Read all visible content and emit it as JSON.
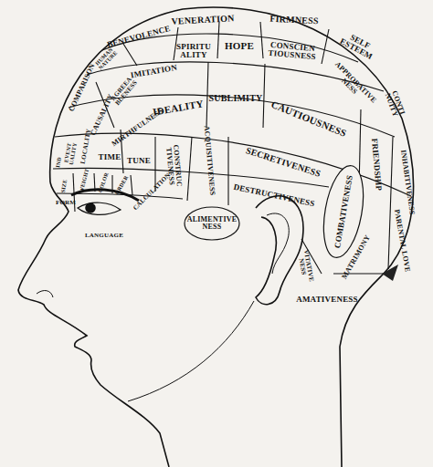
{
  "diagram": {
    "nodes": [
      {
        "text": [
          "VENERATION"
        ]
      },
      {
        "text": [
          "FIRMNESS"
        ]
      },
      {
        "text": [
          "BENEVOLENCE"
        ]
      },
      {
        "text": [
          "HUMAN NATURE"
        ]
      },
      {
        "text": [
          "SPIRITU ALITY"
        ]
      },
      {
        "text": [
          "HOPE"
        ]
      },
      {
        "text": [
          "CONSCIEN TIOUSNESS"
        ]
      },
      {
        "text": [
          "SELF ESTEEM"
        ]
      },
      {
        "text": [
          "IMITATION"
        ]
      },
      {
        "text": [
          "AGREEA BLENESS"
        ]
      },
      {
        "text": [
          "APPROBATIVE NESS"
        ]
      },
      {
        "text": [
          "CONTI NUITY"
        ]
      },
      {
        "text": [
          "COMPARISON"
        ]
      },
      {
        "text": [
          "CAUSALITY"
        ]
      },
      {
        "text": [
          "IDEALITY"
        ]
      },
      {
        "text": [
          "SUBLIMITY"
        ]
      },
      {
        "text": [
          "CAUTIOUSNESS"
        ]
      },
      {
        "text": [
          "INHABITIVENESS"
        ]
      },
      {
        "text": [
          "MIRTHFULNESS"
        ]
      },
      {
        "text": [
          "IND"
        ]
      },
      {
        "text": [
          "EVENT UALITY"
        ]
      },
      {
        "text": [
          "LOCALITY"
        ]
      },
      {
        "text": [
          "TIME"
        ]
      },
      {
        "text": [
          "TUNE"
        ]
      },
      {
        "text": [
          "CONSTRUC TIVENESS"
        ]
      },
      {
        "text": [
          "ACQUISITIVENESS"
        ]
      },
      {
        "text": [
          "SECRETIVENESS"
        ]
      },
      {
        "text": [
          "FRIENDSHIP"
        ]
      },
      {
        "text": [
          "SIZE"
        ]
      },
      {
        "text": [
          "WEIGHT"
        ]
      },
      {
        "text": [
          "COLOR"
        ]
      },
      {
        "text": [
          "ORDER"
        ]
      },
      {
        "text": [
          "CALCULATION"
        ]
      },
      {
        "text": [
          "FORM"
        ]
      },
      {
        "text": [
          "DESTRUCTIVENESS"
        ]
      },
      {
        "text": [
          "ALIMENTIVE NESS"
        ]
      },
      {
        "text": [
          "COMBATIVENESS"
        ]
      },
      {
        "text": [
          "MATRIMONY"
        ]
      },
      {
        "text": [
          "PARENTAL LOVE"
        ]
      },
      {
        "text": [
          "VITATIVE NESS"
        ]
      },
      {
        "text": [
          "AMATIVENESS"
        ]
      },
      {
        "text": [
          "LANGUAGE"
        ]
      }
    ]
  }
}
